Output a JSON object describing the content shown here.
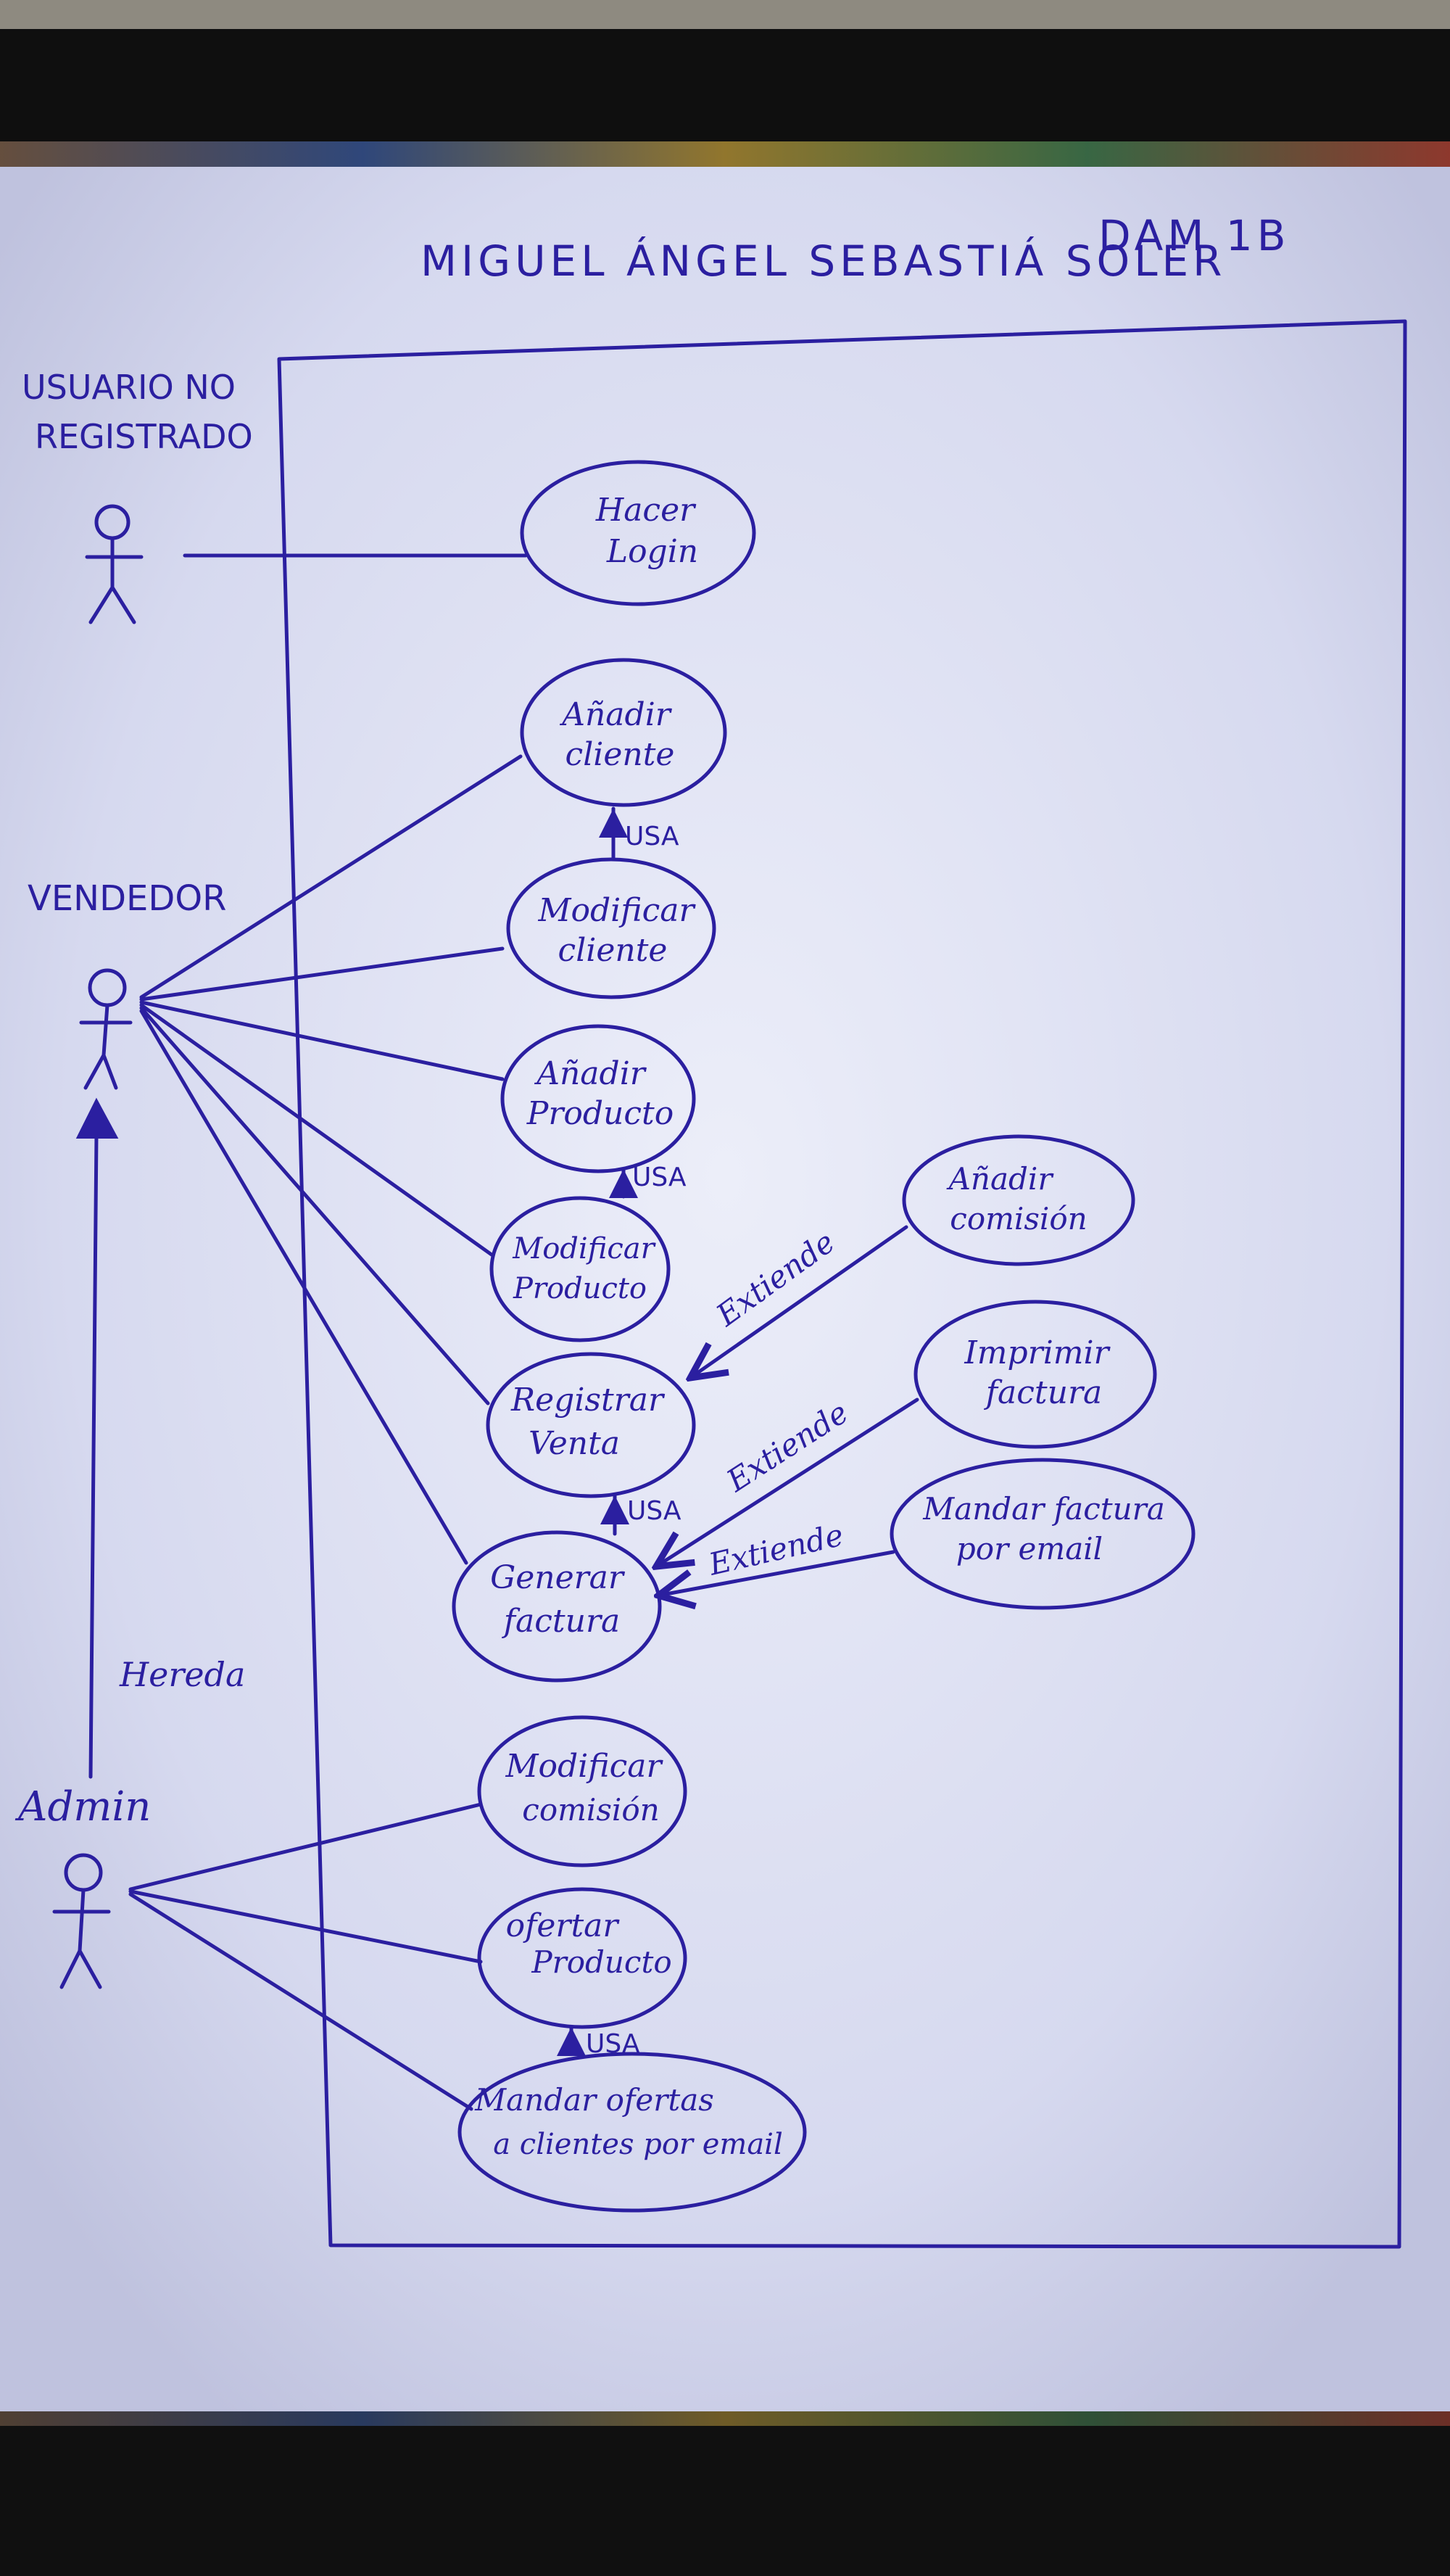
{
  "header": {
    "title": "MIGUEL ÁNGEL SEBASTIÁ SOLER",
    "group": "DAM 1B"
  },
  "actors": {
    "usuario": {
      "line1": "USUARIO NO",
      "line2": "REGISTRADO"
    },
    "vendedor": {
      "label": "VENDEDOR"
    },
    "admin": {
      "label": "Admin"
    }
  },
  "inheritance": {
    "label": "Hereda"
  },
  "use_cases": {
    "hacer_login": {
      "line1": "Hacer",
      "line2": "Login"
    },
    "anadir_cliente": {
      "line1": "Añadir",
      "line2": "cliente"
    },
    "modificar_cliente": {
      "line1": "Modificar",
      "line2": "cliente"
    },
    "anadir_producto": {
      "line1": "Añadir",
      "line2": "Producto"
    },
    "modificar_producto": {
      "line1": "Modificar",
      "line2": "Producto"
    },
    "registrar_venta": {
      "line1": "Registrar",
      "line2": "Venta"
    },
    "generar_factura": {
      "line1": "Generar",
      "line2": "factura"
    },
    "anadir_comision": {
      "line1": "Añadir",
      "line2": "comisión"
    },
    "imprimir_factura": {
      "line1": "Imprimir",
      "line2": "factura"
    },
    "mandar_factura_email": {
      "line1": "Mandar factura",
      "line2": "por email"
    },
    "modificar_comision": {
      "line1": "Modificar",
      "line2": "comisión"
    },
    "ofertar_producto": {
      "line1": "ofertar",
      "line2": "Producto"
    },
    "mandar_ofertas": {
      "line1": "Mandar ofertas",
      "line2": "a clientes por email"
    }
  },
  "relations": {
    "usa_1": "USA",
    "usa_2": "USA",
    "usa_3": "USA",
    "usa_4": "USA",
    "extiende_1": "Extiende",
    "extiende_2": "Extiende",
    "extiende_3": "Extiende"
  },
  "colors": {
    "ink": "#2b1fa0",
    "paper": "#dcdff3",
    "background": "#141414"
  }
}
